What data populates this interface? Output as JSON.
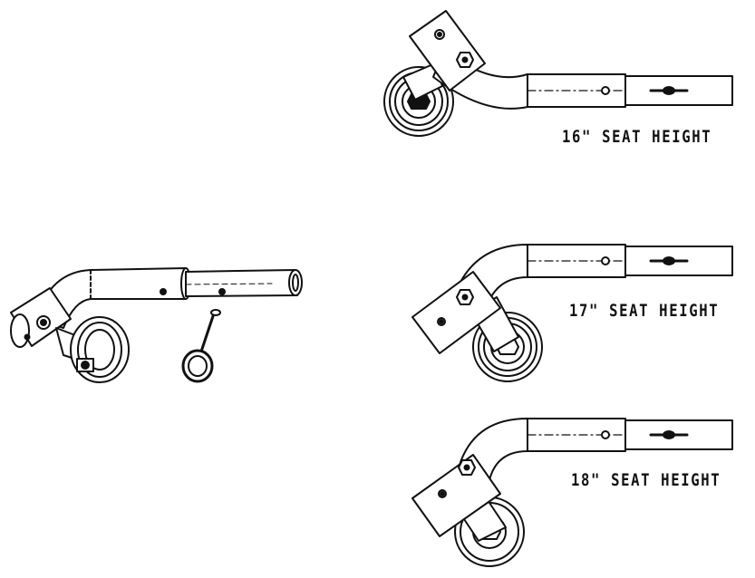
{
  "labels": {
    "seat_16": "16\" SEAT HEIGHT",
    "seat_17": "17\" SEAT HEIGHT",
    "seat_18": "18\" SEAT HEIGHT"
  },
  "colors": {
    "line": "#111111",
    "background": "#ffffff"
  }
}
